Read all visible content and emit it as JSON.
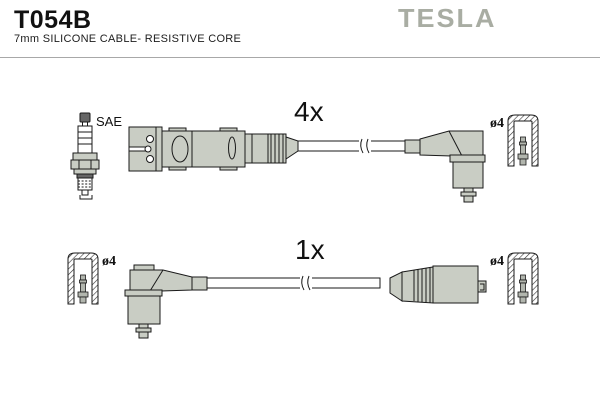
{
  "header": {
    "part_number": "T054B",
    "subtitle": "7mm SILICONE CABLE- RESISTIVE CORE",
    "brand_logo": "TESLA"
  },
  "labels": {
    "spark_plug_standard": "SAE",
    "top_quantity": "4x",
    "bottom_quantity": "1x",
    "terminal_diameter": "ø4"
  },
  "colors": {
    "connector_fill": "#c9cdc4",
    "outline": "#1a1a1a",
    "logo_gray": "#a9ada3",
    "divider_gray": "#a8a8a8",
    "background": "#ffffff"
  }
}
